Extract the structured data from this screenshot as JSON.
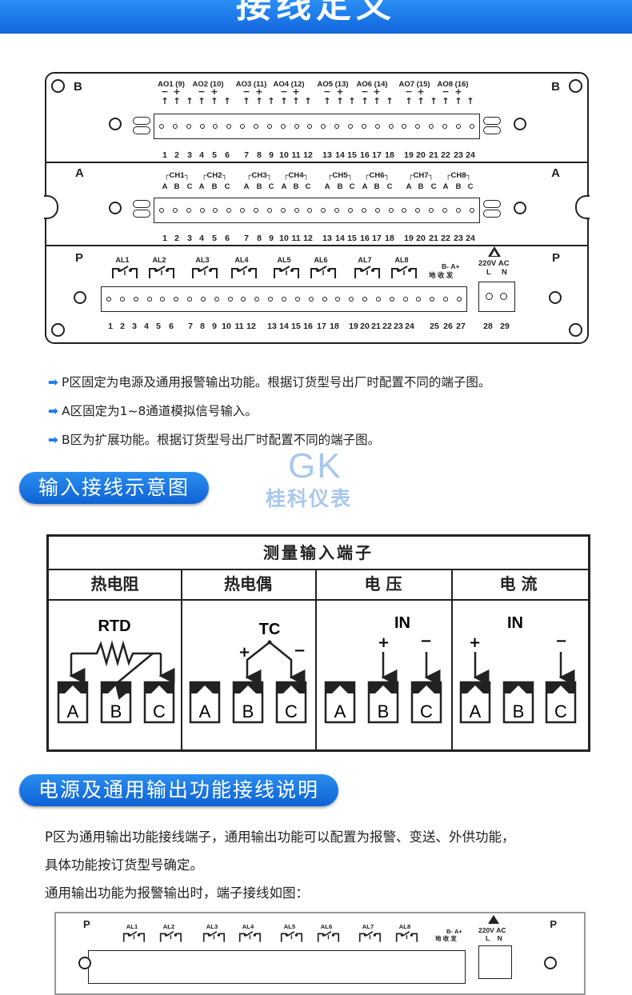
{
  "header": {
    "title": "接线定义"
  },
  "panel": {
    "zones": {
      "b": "B",
      "a": "A",
      "p": "P"
    },
    "b_outputs": [
      "AO1 (9)",
      "AO2 (10)",
      "AO3 (11)",
      "AO4 (12)",
      "AO5 (13)",
      "AO6 (14)",
      "AO7 (15)",
      "AO8 (16)"
    ],
    "ab_terminals": [
      "1",
      "2",
      "3",
      "4",
      "5",
      "6",
      "7",
      "8",
      "9",
      "10",
      "11",
      "12",
      "13",
      "14",
      "15",
      "16",
      "17",
      "18",
      "19",
      "20",
      "21",
      "22",
      "23",
      "24"
    ],
    "a_channels": [
      "CH1",
      "CH2",
      "CH3",
      "CH4",
      "CH5",
      "CH6",
      "CH7",
      "CH8"
    ],
    "abc": [
      "A",
      "B",
      "C"
    ],
    "alarms": [
      "AL1",
      "AL2",
      "AL3",
      "AL4",
      "AL5",
      "AL6",
      "AL7",
      "AL8"
    ],
    "comm": {
      "b_minus": "B-",
      "a_plus": "A+",
      "ground": "地",
      "recv": "收",
      "send": "发"
    },
    "power": {
      "voltage": "220V",
      "ac": "AC",
      "l": "L",
      "n": "N"
    },
    "p_terminals": [
      "1",
      "2",
      "3",
      "4",
      "5",
      "6",
      "7",
      "8",
      "9",
      "10",
      "11",
      "12",
      "13",
      "14",
      "15",
      "16",
      "17",
      "18",
      "19",
      "20",
      "21",
      "22",
      "23",
      "24",
      "25",
      "26",
      "27",
      "28",
      "29"
    ]
  },
  "notes": [
    "P区固定为电源及通用报警输出功能。根据订货型号出厂时配置不同的端子图。",
    "A区固定为1~8通道模拟信号输入。",
    "B区为扩展功能。根据订货型号出厂时配置不同的端子图。"
  ],
  "logo": {
    "mark": "GK",
    "name": "桂科仪表"
  },
  "section1": {
    "title": "输入接线示意图"
  },
  "input_table": {
    "title": "测量输入端子",
    "columns": [
      "热电阻",
      "热电偶",
      "电 压",
      "电 流"
    ],
    "rtd": "RTD",
    "tc": "TC",
    "in": "IN",
    "plus": "+",
    "minus": "−",
    "terminals": [
      "A",
      "B",
      "C"
    ]
  },
  "section2": {
    "title": "电源及通用输出功能接线说明"
  },
  "para": {
    "line1": "P区为通用输出功能接线端子，通用输出功能可以配置为报警、变送、外供功能，",
    "line2": "具体功能按订货型号确定。",
    "line3": "通用输出功能为报警输出时，端子接线如图："
  }
}
